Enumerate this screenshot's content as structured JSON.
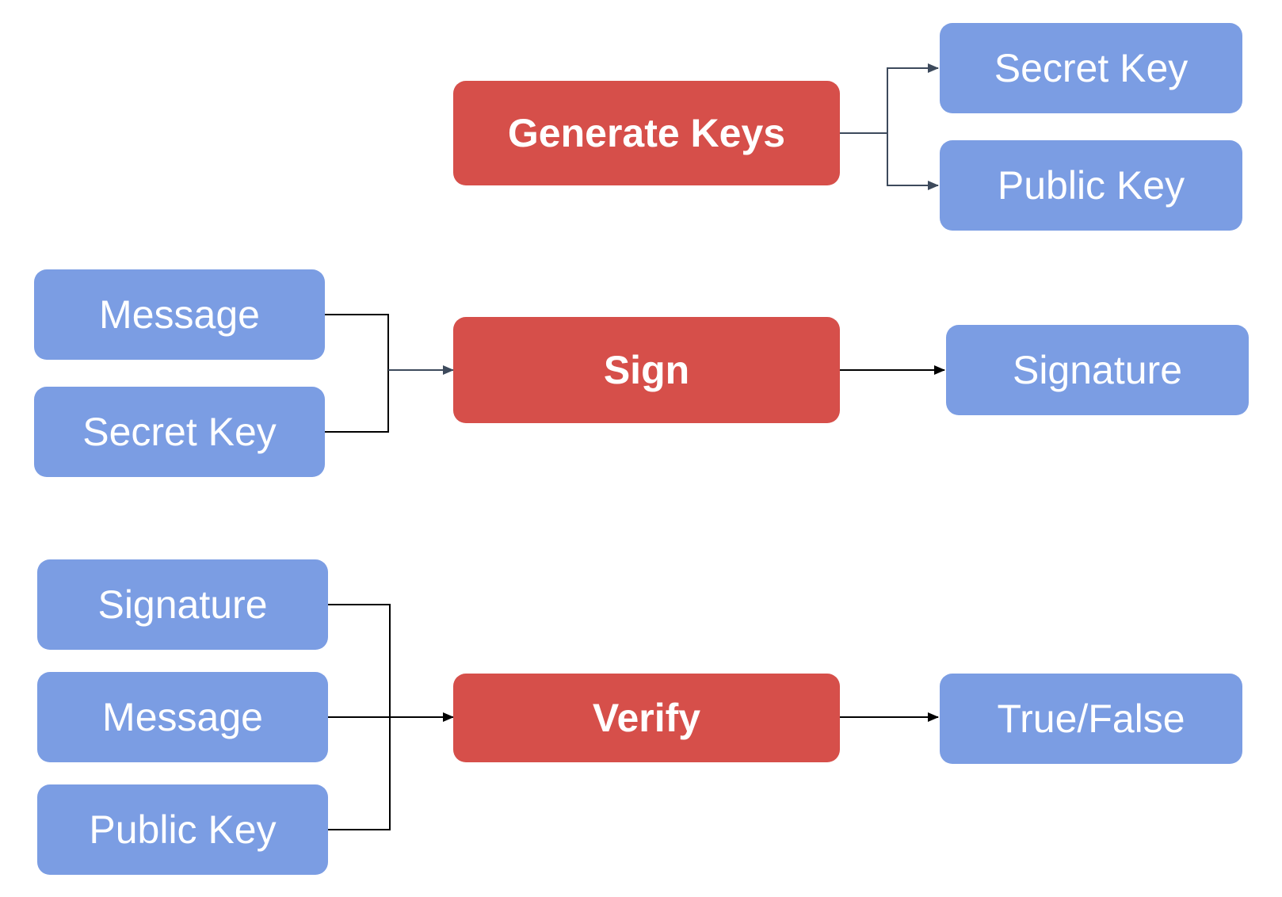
{
  "colors": {
    "operation": "#d64f4a",
    "data": "#7b9de3",
    "connector_dark": "#000000",
    "connector_slate": "#3d4a5c",
    "text": "#ffffff"
  },
  "generate": {
    "operation": "Generate Keys",
    "outputs": [
      "Secret Key",
      "Public Key"
    ]
  },
  "sign": {
    "operation": "Sign",
    "inputs": [
      "Message",
      "Secret Key"
    ],
    "output": "Signature"
  },
  "verify": {
    "operation": "Verify",
    "inputs": [
      "Signature",
      "Message",
      "Public Key"
    ],
    "output": "True/False"
  }
}
